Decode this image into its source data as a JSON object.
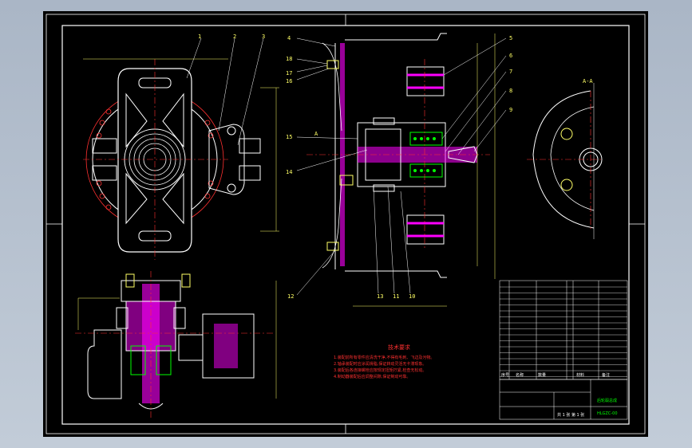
{
  "drawing": {
    "callouts": [
      "1",
      "2",
      "3",
      "4",
      "5",
      "6",
      "7",
      "8",
      "9",
      "10",
      "11",
      "12",
      "13",
      "14",
      "15",
      "16",
      "17",
      "18"
    ],
    "section_label": "A-A",
    "view_marker": "A",
    "tech_req_title": "技术要求",
    "tech_req_lines": [
      "1.装配前所有零件应清洗干净,不得有毛刺、飞边及污物。",
      "2.轴承装配时应涂润滑脂,保证转动灵活无卡滞现象。",
      "3.装配后各连接螺栓应按规定扭矩拧紧,检查无松动。",
      "4.制动器装配后应调整间隙,保证制动可靠。"
    ],
    "title_block": {
      "drawing_name": "后轮毂总成",
      "drawing_no": "HLGZC-00",
      "sheet": "共 1 张 第 1 张",
      "header_cols": [
        "序号",
        "名称",
        "数量",
        "材料",
        "备注"
      ]
    }
  },
  "colors": {
    "frame": "#ffffff",
    "outline": "#00ffff",
    "center": "#ff3030",
    "dim": "#ffff66",
    "hatch": "#ff00ff",
    "green": "#00ff00"
  }
}
